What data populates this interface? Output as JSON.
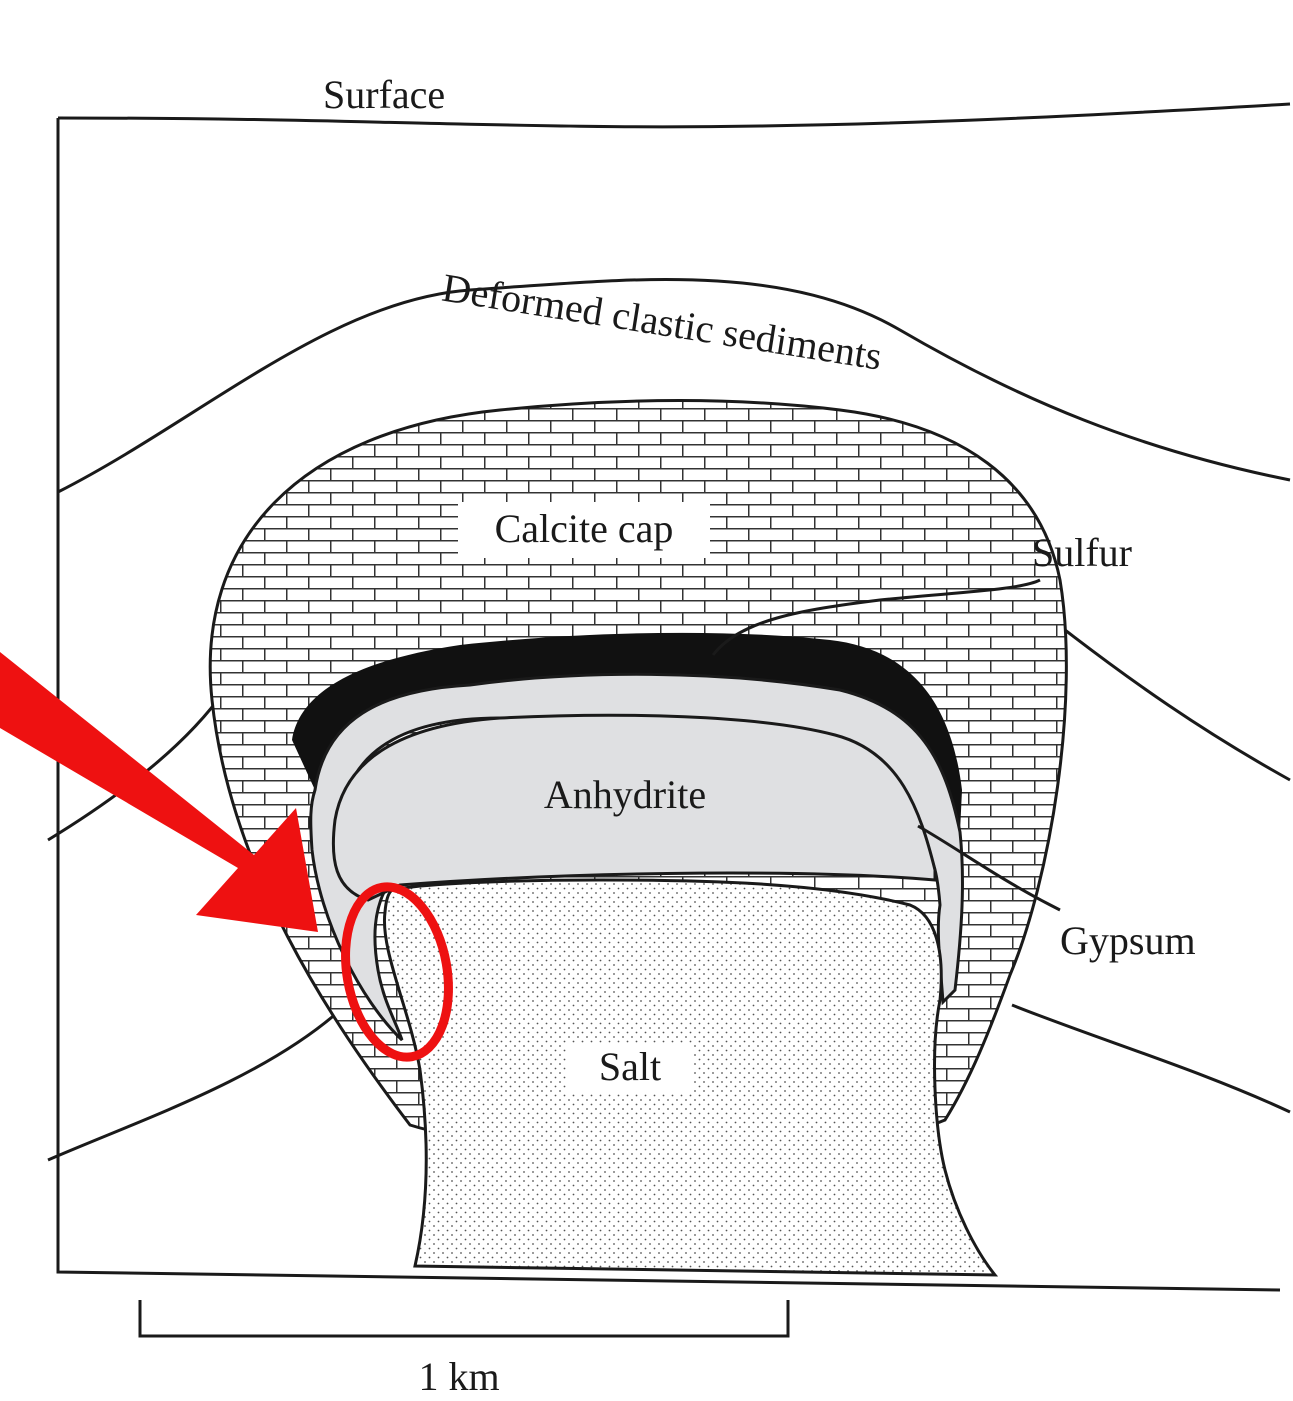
{
  "labels": {
    "surface": "Surface",
    "deformed_sediments": "Deformed clastic sediments",
    "calcite_cap": "Calcite cap",
    "sulfur": "Sulfur",
    "anhydrite": "Anhydrite",
    "gypsum": "Gypsum",
    "salt": "Salt"
  },
  "scale_bar": {
    "label": "1 km"
  },
  "annotation": {
    "color": "#ee1111"
  }
}
